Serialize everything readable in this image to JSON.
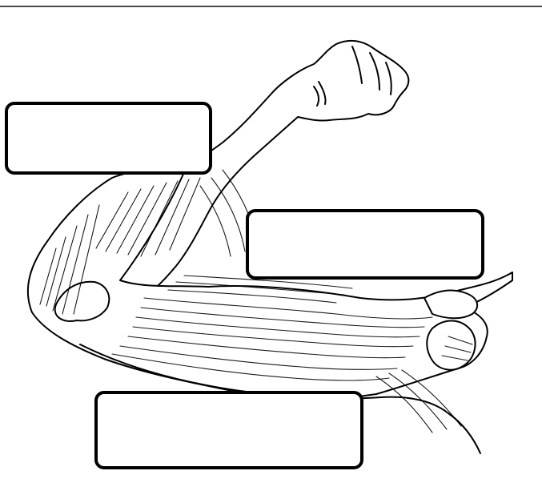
{
  "diagram": {
    "labels": [
      {
        "id": "label-upper",
        "text": ""
      },
      {
        "id": "label-middle",
        "text": ""
      },
      {
        "id": "label-lower",
        "text": ""
      }
    ]
  }
}
